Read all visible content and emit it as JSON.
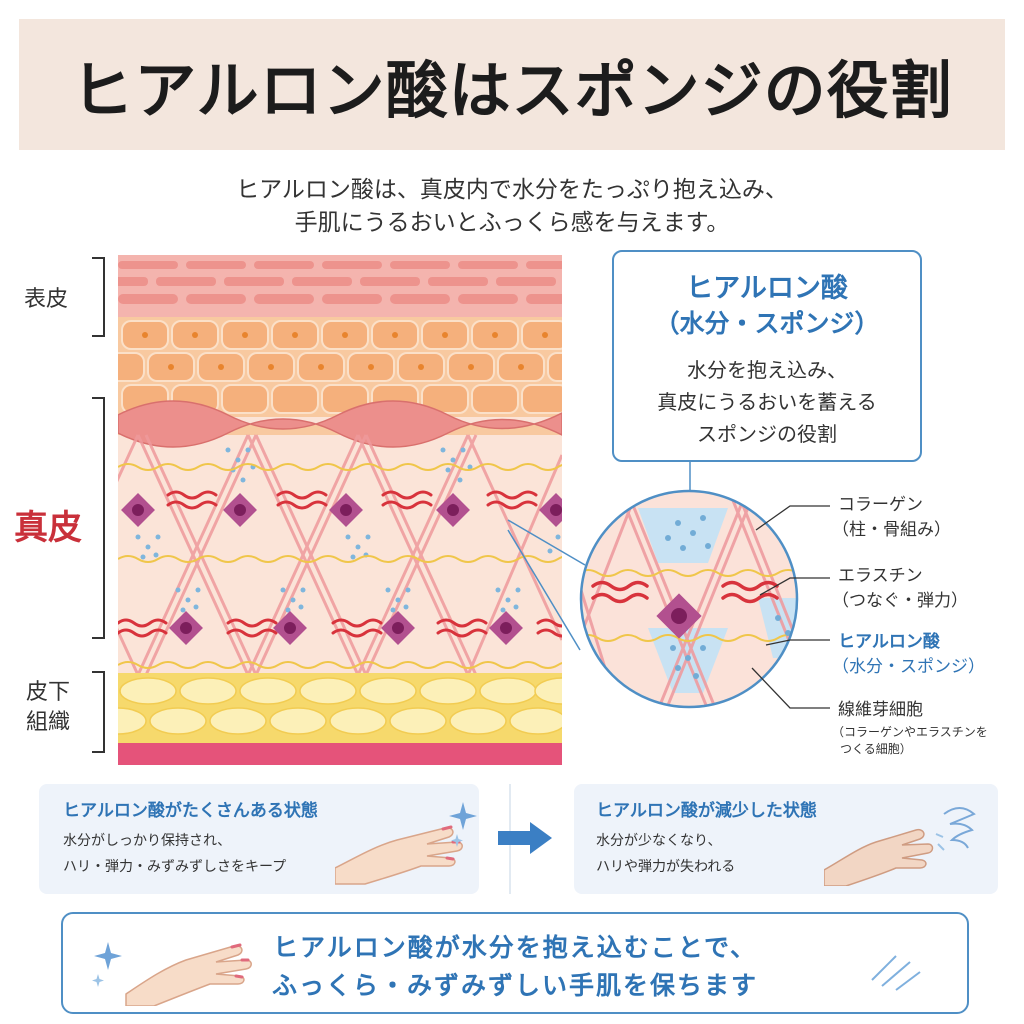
{
  "title": "ヒアルロン酸はスポンジの役割",
  "intro": {
    "line1": "ヒアルロン酸は、真皮内で水分をたっぷり抱え込み、",
    "line2": "手肌にうるおいとふっくら感を与えます。"
  },
  "layers": {
    "epidermis": "表皮",
    "dermis": "真皮",
    "subcutaneous_line1": "皮下",
    "subcutaneous_line2": "組織"
  },
  "callout": {
    "title": "ヒアルロン酸",
    "subtitle": "（水分・スポンジ）",
    "line1": "水分を抱え込み、",
    "line2": "真皮にうるおいを蓄える",
    "line3": "スポンジの役割"
  },
  "annotations": {
    "collagen": "コラーゲン",
    "collagen_sub": "（柱・骨組み）",
    "elastin": "エラスチン",
    "elastin_sub": "（つなぐ・弾力）",
    "hyaluronic": "ヒアルロン酸",
    "hyaluronic_sub": "（水分・スポンジ）",
    "fibroblast": "線維芽細胞",
    "fibroblast_sub1": "（コラーゲンやエラスチンを",
    "fibroblast_sub2": "つくる細胞）"
  },
  "states": {
    "rich": {
      "title": "ヒアルロン酸がたくさんある状態",
      "line1": "水分がしっかり保持され、",
      "line2": "ハリ・弾力・みずみずしさをキープ"
    },
    "reduced": {
      "title": "ヒアルロン酸が減少した状態",
      "line1": "水分が少なくなり、",
      "line2": "ハリや弾力が失われる"
    }
  },
  "bottom": {
    "line1": "ヒアルロン酸が水分を抱え込むことで、",
    "line2": "ふっくら・みずみずしい手肌を保ちます"
  },
  "colors": {
    "accent_blue": "#2f74b5",
    "dermis_red": "#c9303a",
    "banner": "#f3e6dd",
    "panel": "#eef3fa"
  },
  "icons": [
    "sparkle-icon",
    "right-arrow-icon",
    "dry-swirl-icon",
    "hand-illustration"
  ]
}
